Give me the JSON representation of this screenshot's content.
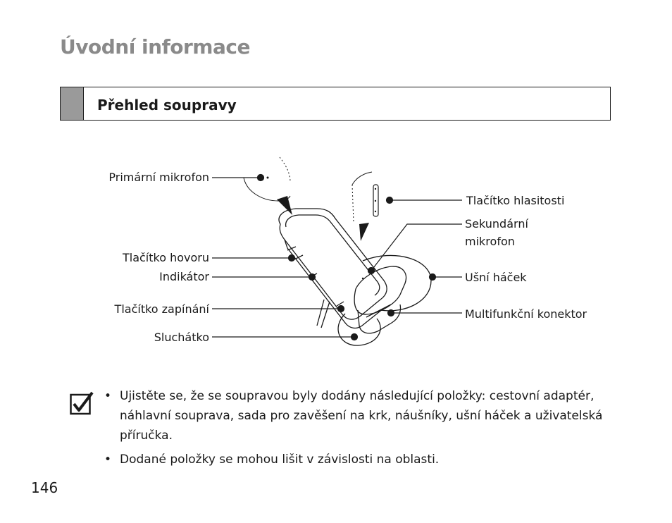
{
  "page": {
    "title": "Úvodní informace",
    "section_title": "Přehled soupravy",
    "page_number": "146"
  },
  "diagram": {
    "labels": {
      "primary_mic": "Primární mikrofon",
      "call_button": "Tlačítko hovoru",
      "indicator": "Indikátor",
      "power_button": "Tlačítko zapínání",
      "earpiece": "Sluchátko",
      "volume_button": "Tlačítko hlasitosti",
      "secondary_mic_line1": "Sekundární",
      "secondary_mic_line2": "mikrofon",
      "ear_hook": "Ušní háček",
      "multi_connector": "Multifunkční konektor"
    }
  },
  "notes": {
    "bullet": "•",
    "items": [
      "Ujistěte se, že se soupravou byly dodány následující položky: cestovní adaptér, náhlavní souprava, sada pro zavěšení na krk, náušníky, ušní háček a uživatelská příručka.",
      "Dodané položky se mohou lišit v závislosti na oblasti."
    ]
  }
}
